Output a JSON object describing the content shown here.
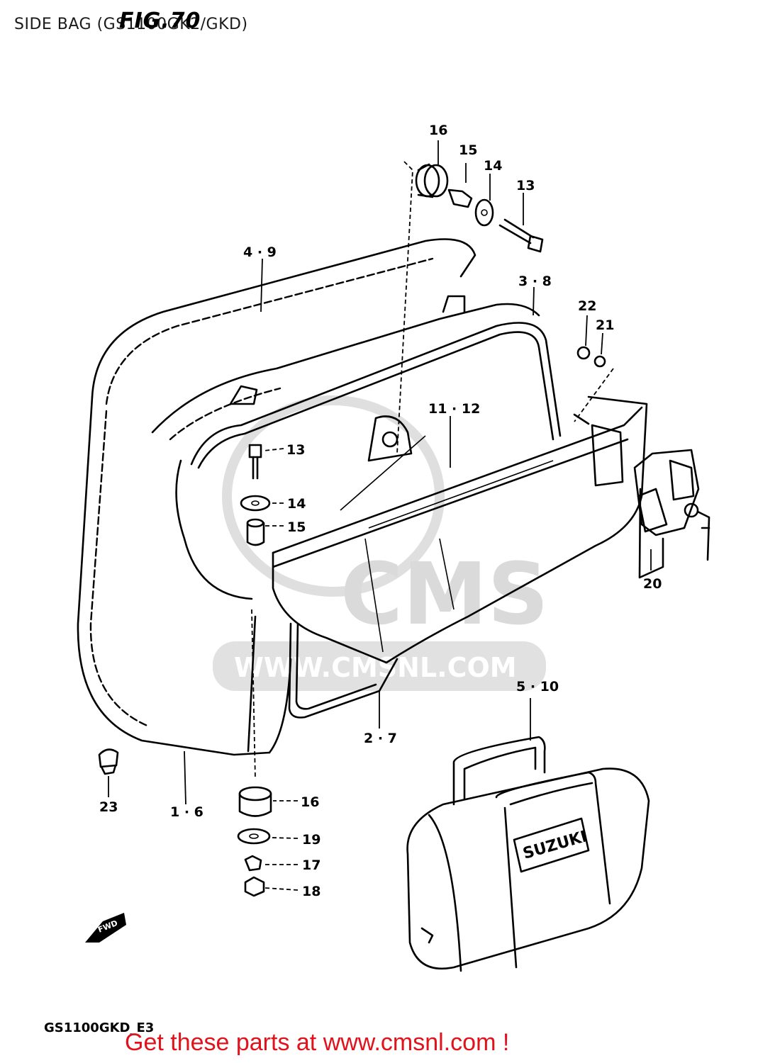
{
  "header": {
    "title": "SIDE BAG (GS1100GK2/GKD)",
    "fig_label": "FIG.70"
  },
  "watermark": {
    "brand": "CMS",
    "url": "WWW.CMSNL.COM"
  },
  "parts": [
    {
      "id": "p16a",
      "text": "16"
    },
    {
      "id": "p15a",
      "text": "15"
    },
    {
      "id": "p14a",
      "text": "14"
    },
    {
      "id": "p13a",
      "text": "13"
    },
    {
      "id": "p49",
      "text": "4 · 9"
    },
    {
      "id": "p38",
      "text": "3 · 8"
    },
    {
      "id": "p22",
      "text": "22"
    },
    {
      "id": "p21",
      "text": "21"
    },
    {
      "id": "p1112",
      "text": "11 · 12"
    },
    {
      "id": "p13b",
      "text": "13"
    },
    {
      "id": "p14b",
      "text": "14"
    },
    {
      "id": "p15b",
      "text": "15"
    },
    {
      "id": "p20",
      "text": "20"
    },
    {
      "id": "p510",
      "text": "5 · 10"
    },
    {
      "id": "p27",
      "text": "2 · 7"
    },
    {
      "id": "p23",
      "text": "23"
    },
    {
      "id": "p16",
      "text": "1 · 6"
    },
    {
      "id": "p16b",
      "text": "16"
    },
    {
      "id": "p19",
      "text": "19"
    },
    {
      "id": "p17",
      "text": "17"
    },
    {
      "id": "p18",
      "text": "18"
    }
  ],
  "bag_brand": "SUZUKI",
  "fwd_label": "FWD",
  "footer": {
    "model_code": "GS1100GKD_E3",
    "link_text": "Get these parts at www.cmsnl.com !"
  }
}
